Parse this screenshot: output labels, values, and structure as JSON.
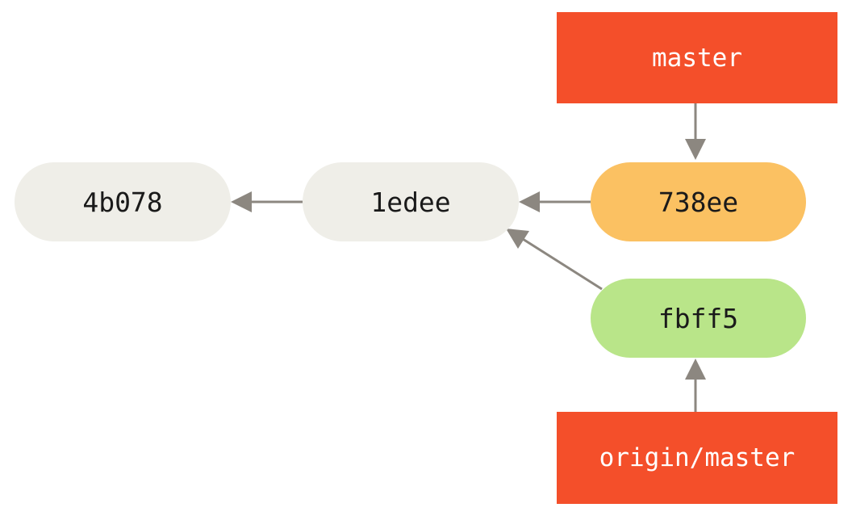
{
  "colors": {
    "base_commit": "#efeee8",
    "local_commit": "#fbc162",
    "remote_commit": "#b9e589",
    "branch_ref": "#f44f2a",
    "arrow": "#8c8780"
  },
  "commits": [
    {
      "id": "4b078"
    },
    {
      "id": "1edee"
    },
    {
      "id": "738ee"
    },
    {
      "id": "fbff5"
    }
  ],
  "refs": {
    "master": "master",
    "origin_master": "origin/master"
  }
}
